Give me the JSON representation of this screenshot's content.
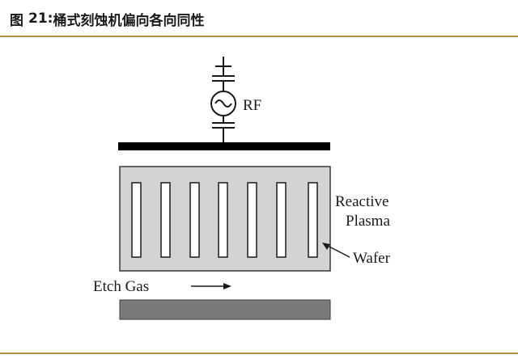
{
  "figure": {
    "label": "图",
    "number": "21:",
    "title": "桶式刻蚀机偏向各向同性"
  },
  "diagram": {
    "rf_label": "RF",
    "reactive_line1": "Reactive",
    "reactive_line2": "Plasma",
    "wafer_label": "Wafer",
    "etch_gas_label": "Etch Gas",
    "colors": {
      "chamber_fill": "#d3d3d3",
      "bottom_plate": "#7a7a7a",
      "top_plate": "#000000",
      "accent_rule": "#b38e4b"
    }
  }
}
